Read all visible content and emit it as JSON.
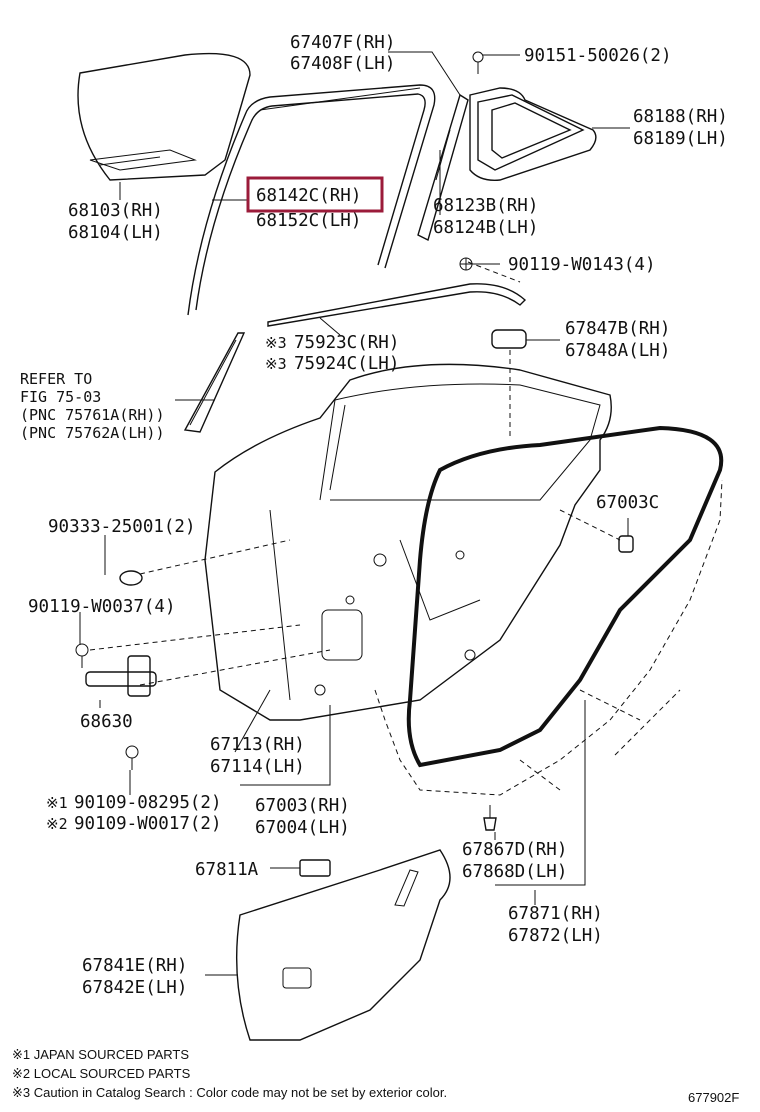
{
  "labels": {
    "p67407F": "67407F(RH)",
    "p67408F": "67408F(LH)",
    "p90151": "90151-50026(2)",
    "p68188": "68188(RH)",
    "p68189": "68189(LH)",
    "p68103": "68103(RH)",
    "p68104": "68104(LH)",
    "p68142C": "68142C(RH)",
    "p68152C": "68152C(LH)",
    "p68123B": "68123B(RH)",
    "p68124B": "68124B(LH)",
    "p90119_0143": "90119-W0143(4)",
    "p75923C": "75923C(RH)",
    "p75924C": "75924C(LH)",
    "p67847B": "67847B(RH)",
    "p67848A": "67848A(LH)",
    "refer1": "REFER TO",
    "refer2": "FIG 75-03",
    "refer3": "(PNC 75761A(RH))",
    "refer4": "(PNC 75762A(LH))",
    "p90333": "90333-25001(2)",
    "p67003C": "67003C",
    "p90119_0037": "90119-W0037(4)",
    "p68630": "68630",
    "p67113": "67113(RH)",
    "p67114": "67114(LH)",
    "p67003": "67003(RH)",
    "p67004": "67004(LH)",
    "p90109_08295": "90109-08295(2)",
    "p90109_W0017": "90109-W0017(2)",
    "p67867D": "67867D(RH)",
    "p67868D": "67868D(LH)",
    "p67811A": "67811A",
    "p67871": "67871(RH)",
    "p67872": "67872(LH)",
    "p67841E": "67841E(RH)",
    "p67842E": "67842E(LH)"
  },
  "marks": {
    "m1": "※1",
    "m2": "※2",
    "m3": "※3"
  },
  "notes": {
    "n1": "※1 JAPAN SOURCED PARTS",
    "n2": "※2 LOCAL SOURCED PARTS",
    "n3": "※3 Caution in Catalog Search : Color code may not be set by exterior color."
  },
  "figure_id": "677902F",
  "colors": {
    "highlight": "#9b1b3a",
    "line": "#111111",
    "background": "#ffffff"
  }
}
